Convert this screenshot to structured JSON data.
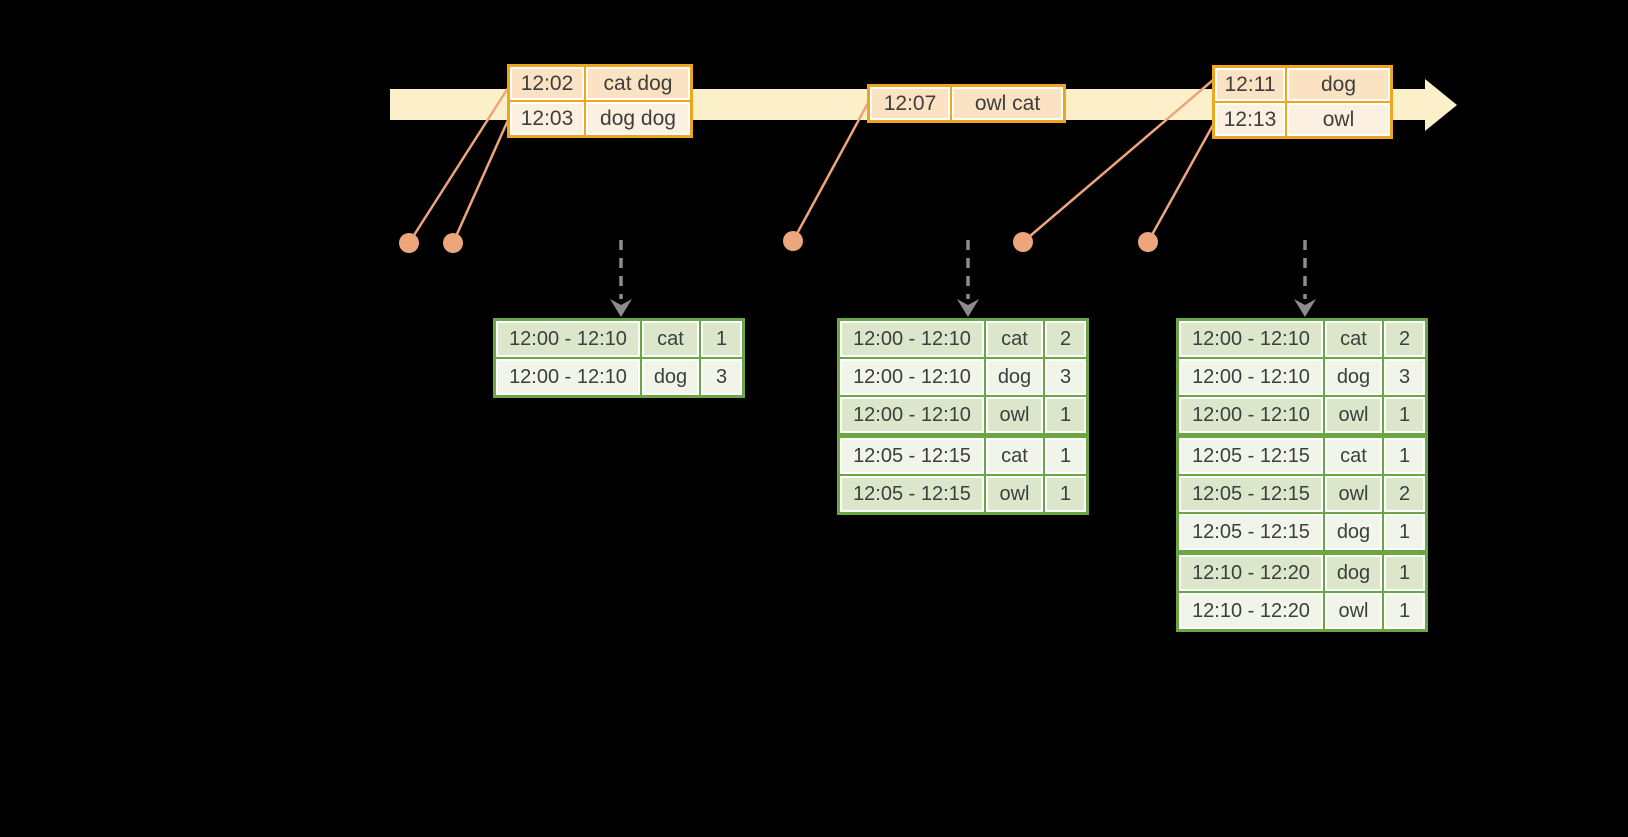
{
  "colors": {
    "background": "#000000",
    "timeline_fill": "#FCF0CA",
    "event_table_border": "#F0A51E",
    "event_row_dark": "#FAE2C3",
    "event_row_light": "#FCF0E0",
    "event_dot": "#EDA57C",
    "trigger_arrow": "#8C8C8C",
    "result_table_border": "#6CA644",
    "result_row_dark": "#DBE6CB",
    "result_row_light": "#F0F4E9",
    "text": "#3E3E3E"
  },
  "event_stream": {
    "tables": [
      {
        "rows": [
          [
            "12:02",
            "cat dog"
          ],
          [
            "12:03",
            "dog dog"
          ]
        ]
      },
      {
        "rows": [
          [
            "12:07",
            "owl cat"
          ]
        ]
      },
      {
        "rows": [
          [
            "12:11",
            "dog"
          ],
          [
            "12:13",
            "owl"
          ]
        ]
      }
    ]
  },
  "result_tables": [
    {
      "rows": [
        [
          "12:00 - 12:10",
          "cat",
          "1"
        ],
        [
          "12:00 - 12:10",
          "dog",
          "3"
        ]
      ]
    },
    {
      "rows": [
        [
          "12:00 - 12:10",
          "cat",
          "2"
        ],
        [
          "12:00 - 12:10",
          "dog",
          "3"
        ],
        [
          "12:00 - 12:10",
          "owl",
          "1"
        ],
        [
          "12:05 - 12:15",
          "cat",
          "1"
        ],
        [
          "12:05 - 12:15",
          "owl",
          "1"
        ]
      ]
    },
    {
      "rows": [
        [
          "12:00 - 12:10",
          "cat",
          "2"
        ],
        [
          "12:00 - 12:10",
          "dog",
          "3"
        ],
        [
          "12:00 - 12:10",
          "owl",
          "1"
        ],
        [
          "12:05 - 12:15",
          "cat",
          "1"
        ],
        [
          "12:05 - 12:15",
          "owl",
          "2"
        ],
        [
          "12:05 - 12:15",
          "dog",
          "1"
        ],
        [
          "12:10 - 12:20",
          "dog",
          "1"
        ],
        [
          "12:10 - 12:20",
          "owl",
          "1"
        ]
      ]
    }
  ]
}
